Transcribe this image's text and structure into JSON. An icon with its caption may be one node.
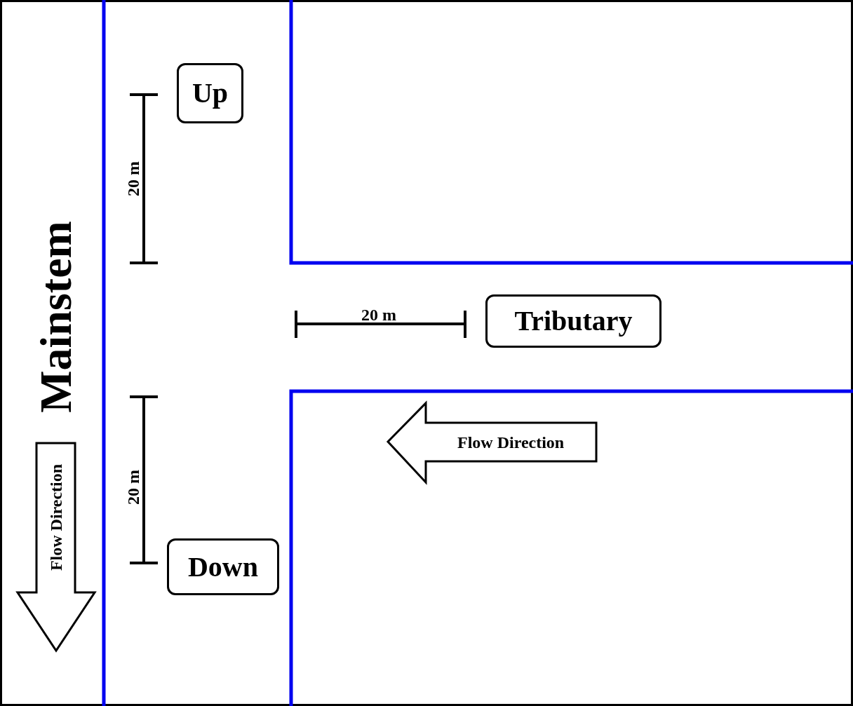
{
  "diagram": {
    "nodes": [
      {
        "text": [
          "Up"
        ]
      },
      {
        "text": [
          "Tributary"
        ]
      },
      {
        "text": [
          "Down"
        ]
      }
    ],
    "labels": [
      "20 m",
      "Mainstem",
      "20 m",
      "Flow Direction",
      "20 m",
      "Flow Direction"
    ]
  }
}
